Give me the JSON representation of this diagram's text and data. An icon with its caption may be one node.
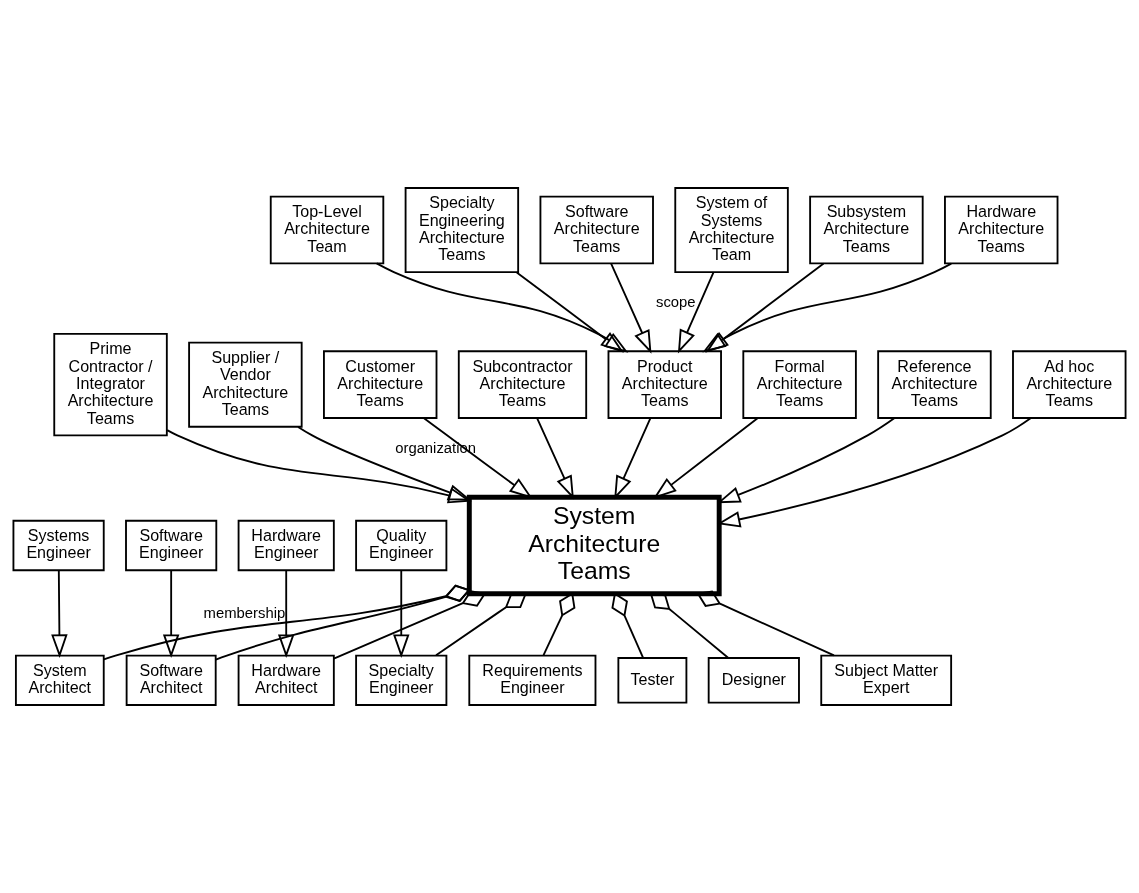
{
  "diagram": {
    "nodes": [
      {
        "text": [
          "Top-Level Architecture Team"
        ]
      },
      {
        "text": [
          "Specialty Engineering Architecture Teams"
        ]
      },
      {
        "text": [
          "Software Architecture Teams"
        ]
      },
      {
        "text": [
          "Prime Contractor / Integrator Architecture Teams"
        ]
      },
      {
        "text": [
          "Supplier / Vendor Architecture Teams"
        ]
      },
      {
        "text": [
          "System of Systems Architecture Team"
        ]
      },
      {
        "text": [
          "Subsystem Architecture Teams"
        ]
      },
      {
        "text": [
          "Hardware Architecture Teams"
        ]
      },
      {
        "text": [
          "Customer Architecture Teams"
        ]
      },
      {
        "text": [
          "Subcontractor Architecture Teams"
        ]
      },
      {
        "text": [
          "Product Architecture Teams"
        ]
      },
      {
        "text": [
          "System Architecture Teams"
        ]
      },
      {
        "text": [
          "Formal Architecture Teams"
        ]
      },
      {
        "text": [
          "Reference Architecture Teams"
        ]
      },
      {
        "text": [
          "Ad hoc Architecture Teams"
        ]
      },
      {
        "text": [
          "System Architect"
        ]
      },
      {
        "text": [
          "Software Architect"
        ]
      },
      {
        "text": [
          "Hardware Architect"
        ]
      },
      {
        "text": [
          "Specialty Engineer"
        ]
      },
      {
        "text": [
          "Requirements Engineer"
        ]
      },
      {
        "text": [
          "Tester"
        ]
      },
      {
        "text": [
          "Designer"
        ]
      },
      {
        "text": [
          "Subject Matter Expert"
        ]
      },
      {
        "text": [
          "Systems Engineer"
        ]
      },
      {
        "text": [
          "Software Engineer"
        ]
      },
      {
        "text": [
          "Hardware Engineer"
        ]
      },
      {
        "text": [
          "Quality Engineer"
        ]
      }
    ],
    "edges": [
      {
        "from": 5,
        "to": 10,
        "arrow": "to",
        "label": "scope"
      },
      {
        "from": 0,
        "to": 10,
        "arrow": "to"
      },
      {
        "from": 6,
        "to": 10,
        "arrow": "to"
      },
      {
        "from": 1,
        "to": 10,
        "arrow": "to"
      },
      {
        "from": 7,
        "to": 10,
        "arrow": "to"
      },
      {
        "from": 2,
        "to": 10,
        "arrow": "to"
      },
      {
        "from": 8,
        "to": 11,
        "arrow": "to",
        "label": "organization"
      },
      {
        "from": 3,
        "to": 11,
        "arrow": "to"
      },
      {
        "from": 9,
        "to": 11,
        "arrow": "to"
      },
      {
        "from": 4,
        "to": 11,
        "arrow": "to"
      },
      {
        "from": 10,
        "to": 11,
        "arrow": "to"
      },
      {
        "from": 13,
        "to": 11,
        "arrow": "to"
      },
      {
        "from": 12,
        "to": 11,
        "arrow": "to"
      },
      {
        "from": 14,
        "to": 11,
        "arrow": "to"
      },
      {
        "from": 11,
        "to": 15,
        "arrow": "other",
        "label": "membership"
      },
      {
        "from": 11,
        "to": 16,
        "arrow": "other"
      },
      {
        "from": 11,
        "to": 17,
        "arrow": "other"
      },
      {
        "from": 11,
        "to": 18,
        "arrow": "other"
      },
      {
        "from": 11,
        "to": 19,
        "arrow": "other"
      },
      {
        "from": 11,
        "to": 20,
        "arrow": "other"
      },
      {
        "from": 11,
        "to": 21,
        "arrow": "other"
      },
      {
        "from": 11,
        "to": 22,
        "arrow": "other"
      },
      {
        "from": 23,
        "to": 15,
        "arrow": "to"
      },
      {
        "from": 24,
        "to": 16,
        "arrow": "to"
      },
      {
        "from": 25,
        "to": 17,
        "arrow": "to"
      },
      {
        "from": 26,
        "to": 18,
        "arrow": "to"
      }
    ]
  }
}
